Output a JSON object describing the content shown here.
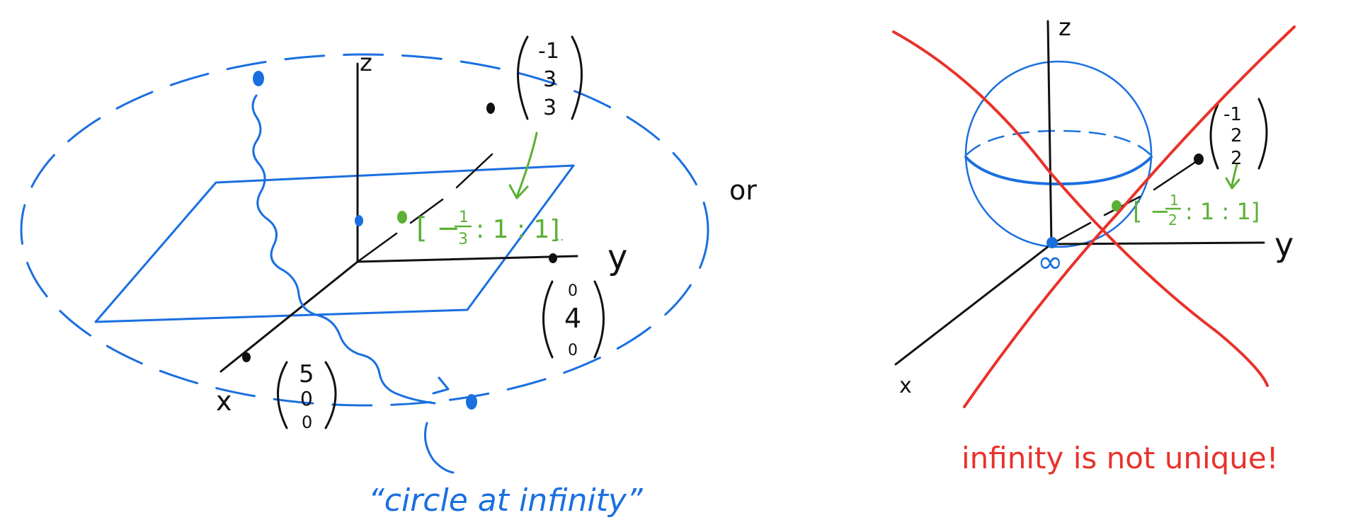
{
  "colors": {
    "ink": "#111111",
    "blue": "#1a6fe0",
    "green": "#5cb034",
    "red": "#e8322a"
  },
  "left": {
    "axis_z": "z",
    "axis_y": "y",
    "axis_x": "x",
    "vec_top": [
      "-1",
      "3",
      "3"
    ],
    "vec_y": [
      "0",
      "4",
      "0"
    ],
    "vec_x": [
      "5",
      "0",
      "0"
    ],
    "proj_point": "[−1/3 : 1 : 1]",
    "proj_num": "1",
    "proj_den": "3",
    "proj_rest": ": 1 : 1]",
    "caption": "“circle at infinity”"
  },
  "connector": "or",
  "right": {
    "axis_z": "z",
    "axis_y": "y",
    "axis_x": "x",
    "vec_top": [
      "-1",
      "2",
      "2"
    ],
    "proj_num": "1",
    "proj_den": "2",
    "proj_rest": ": 1 : 1]",
    "infinity_symbol": "∞",
    "caption": "infinity is not unique!"
  }
}
